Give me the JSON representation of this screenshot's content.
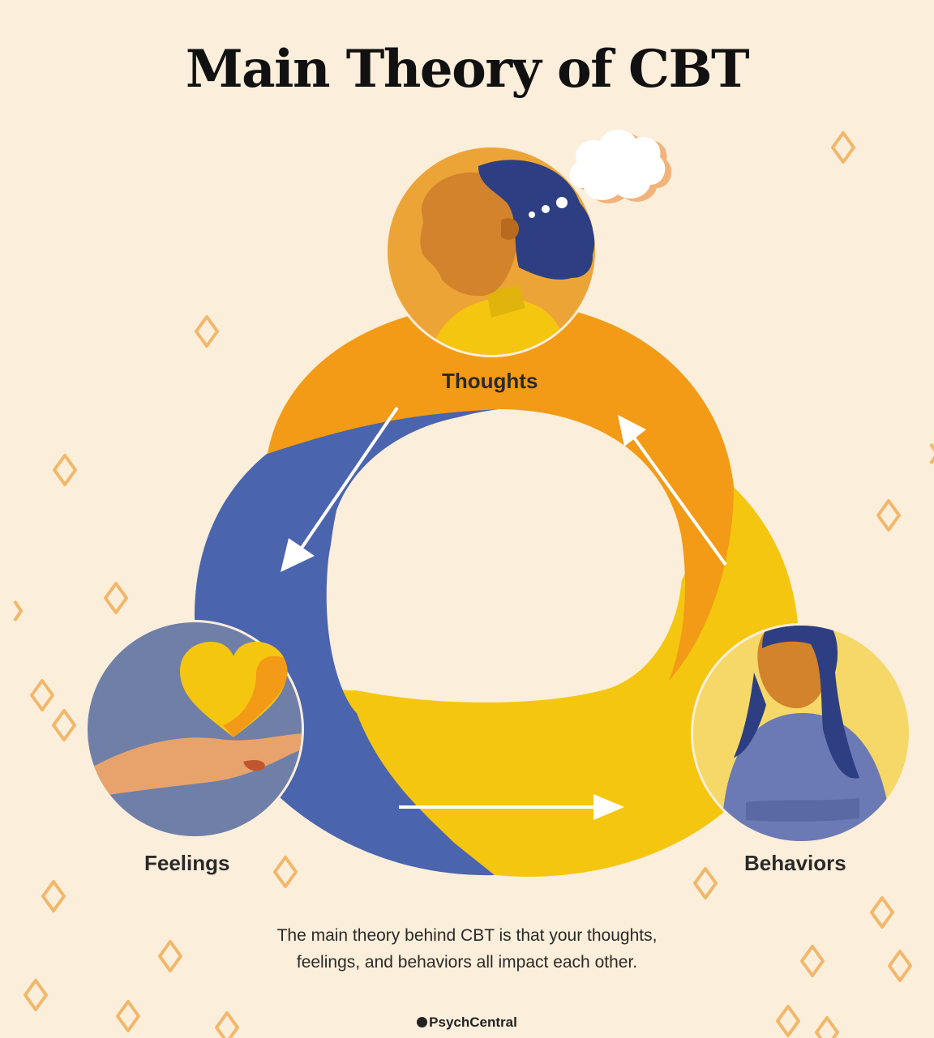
{
  "title": "Main Theory of CBT",
  "nodes": {
    "thoughts": "Thoughts",
    "feelings": "Feelings",
    "behaviors": "Behaviors"
  },
  "caption_line1": "The main theory behind CBT is that your thoughts,",
  "caption_line2": "feelings, and behaviors all impact each other.",
  "brand": "PsychCentral",
  "colors": {
    "background": "#fbeedb",
    "thoughts_orange": "#f39a16",
    "feelings_blue": "#4a64ad",
    "behaviors_yellow": "#f5c60f",
    "decor_diamond": "#f2b76a"
  }
}
